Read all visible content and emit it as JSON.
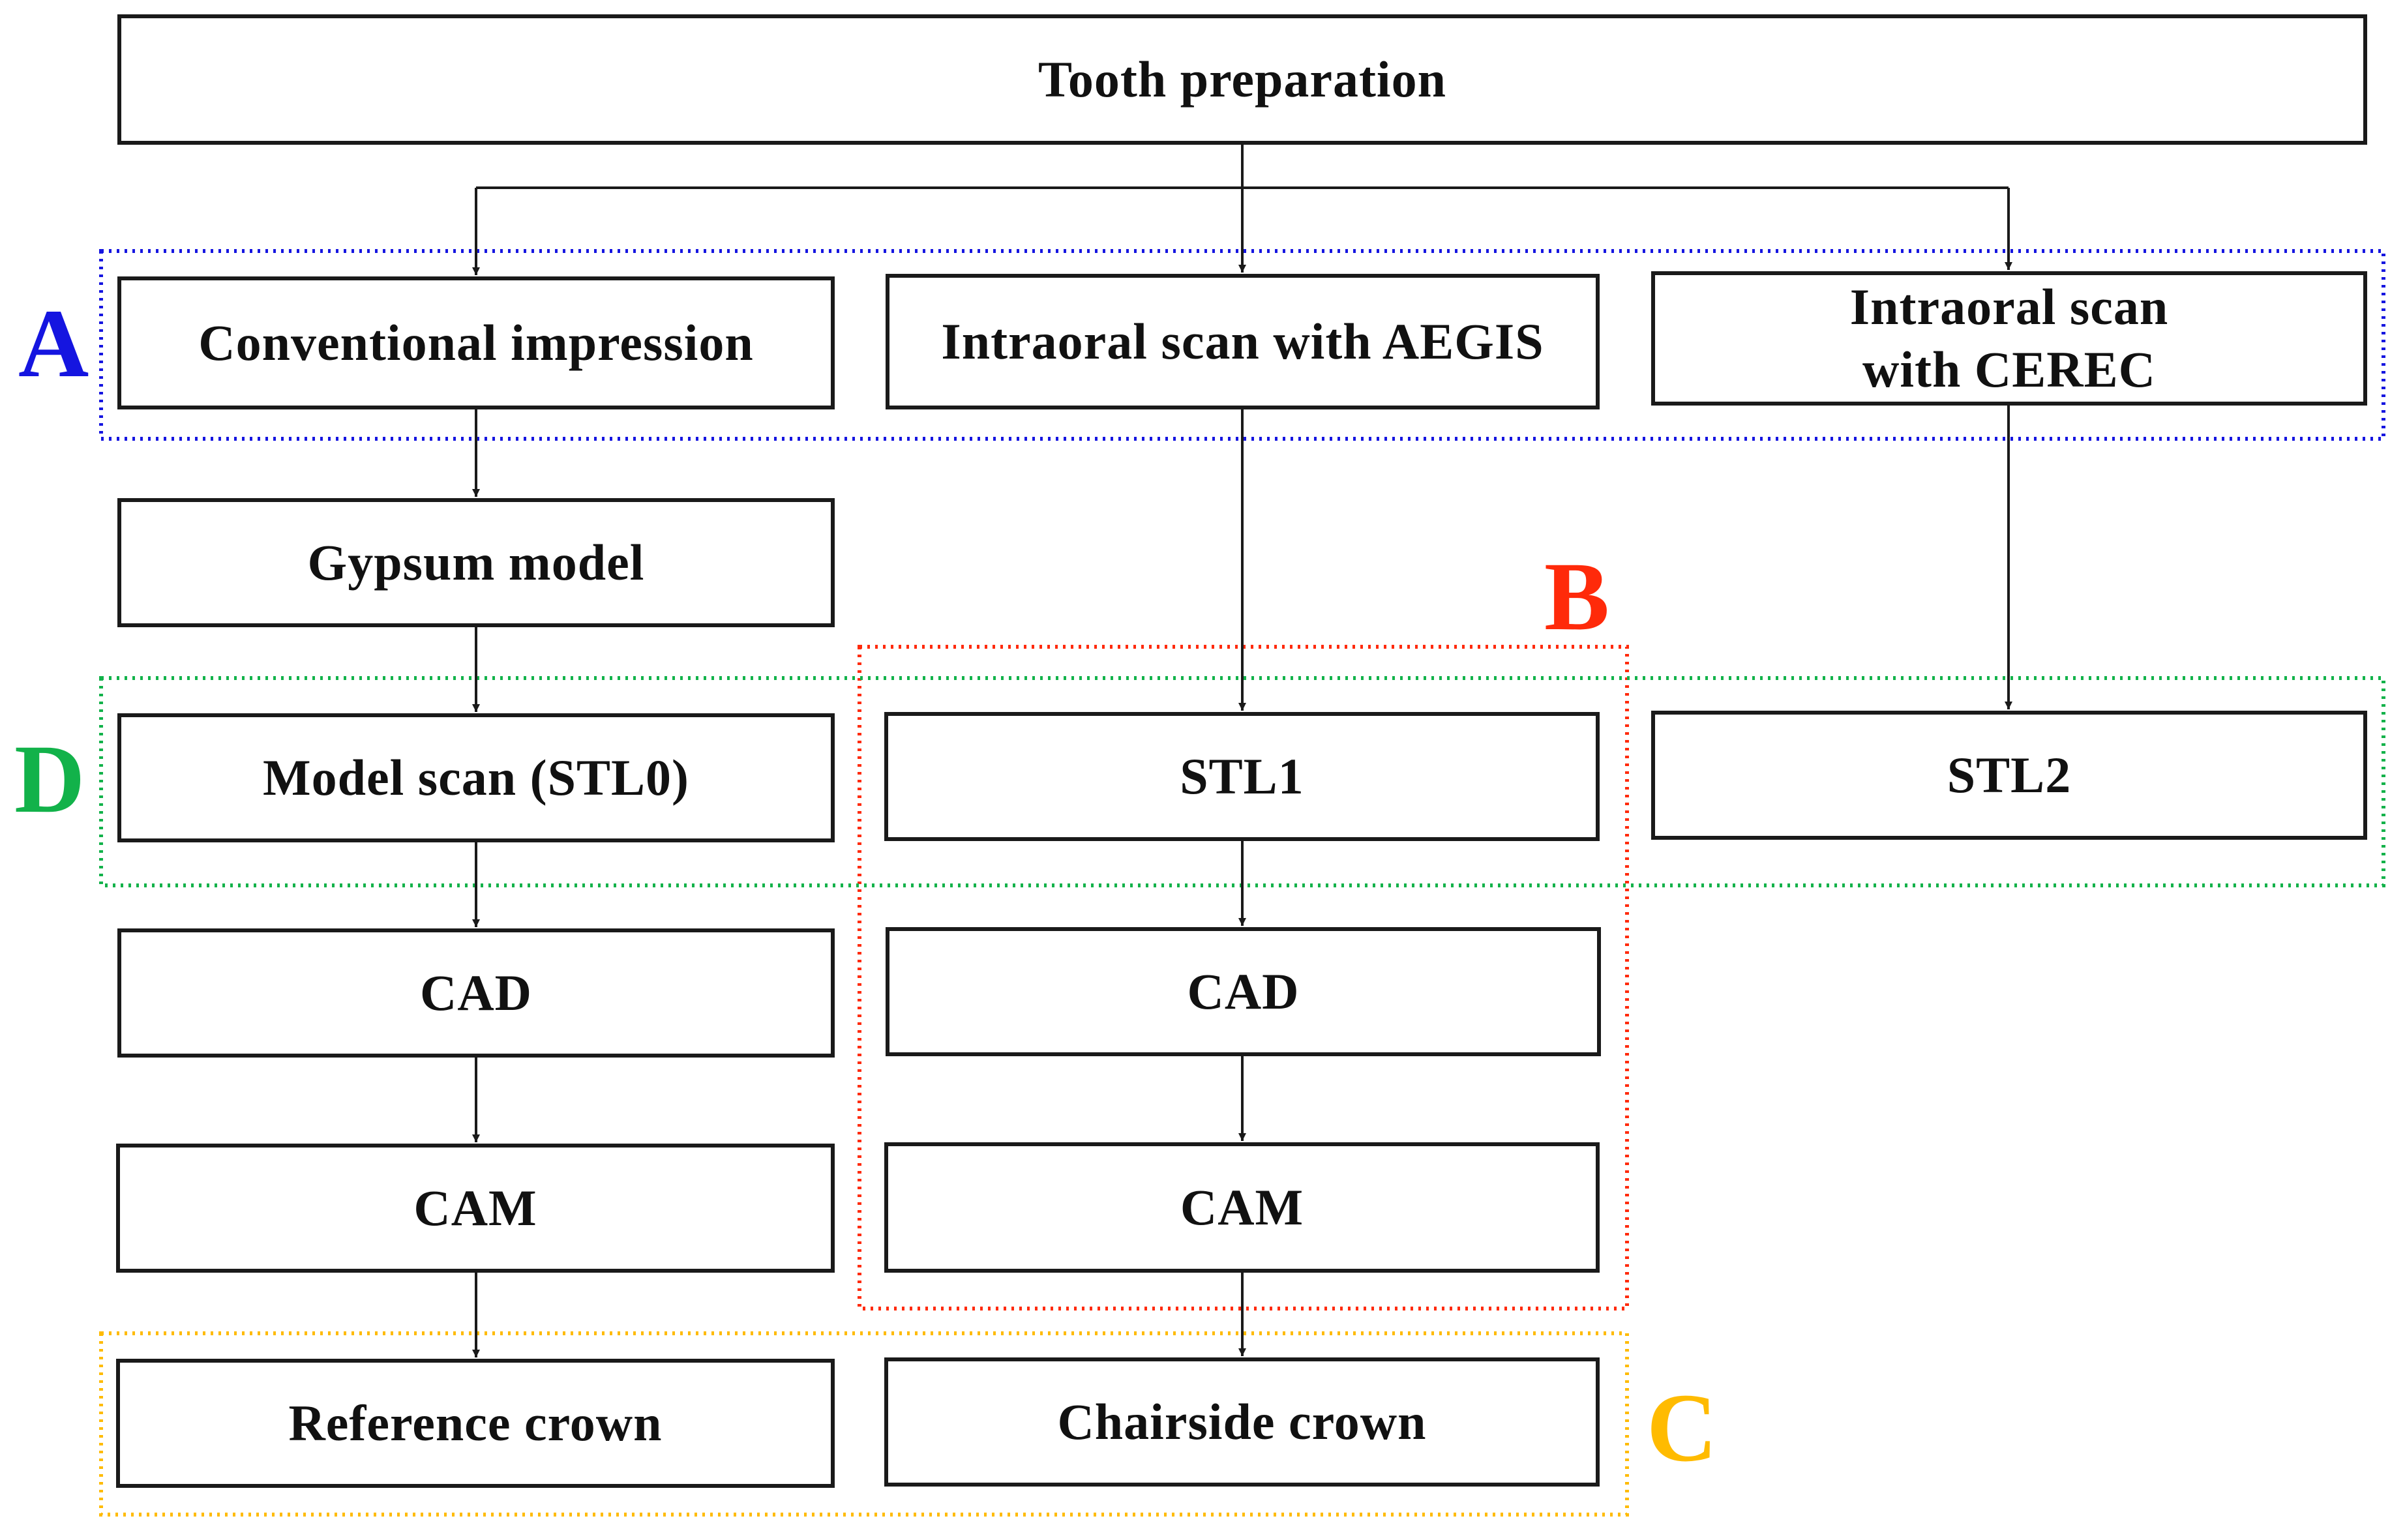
{
  "nodes": {
    "tooth_preparation": "Tooth preparation",
    "conventional_impression": "Conventional impression",
    "intraoral_aegis": "Intraoral scan with AEGIS",
    "intraoral_cerec": "Intraoral scan with CEREC",
    "gypsum_model": "Gypsum model",
    "model_scan": "Model scan (STL0)",
    "stl1": "STL1",
    "stl2": "STL2",
    "cad_left": "CAD",
    "cad_mid": "CAD",
    "cam_left": "CAM",
    "cam_mid": "CAM",
    "reference_crown": "Reference crown",
    "chairside_crown": "Chairside crown"
  },
  "groups": {
    "a": {
      "label": "A",
      "color": "#1515e0"
    },
    "b": {
      "label": "B",
      "color": "#ff2a0a"
    },
    "c": {
      "label": "C",
      "color": "#ffbb00"
    },
    "d": {
      "label": "D",
      "color": "#12b24a"
    }
  },
  "edges": [
    [
      "tooth_preparation",
      "conventional_impression"
    ],
    [
      "tooth_preparation",
      "intraoral_aegis"
    ],
    [
      "tooth_preparation",
      "intraoral_cerec"
    ],
    [
      "conventional_impression",
      "gypsum_model"
    ],
    [
      "gypsum_model",
      "model_scan"
    ],
    [
      "model_scan",
      "cad_left"
    ],
    [
      "cad_left",
      "cam_left"
    ],
    [
      "cam_left",
      "reference_crown"
    ],
    [
      "intraoral_aegis",
      "stl1"
    ],
    [
      "stl1",
      "cad_mid"
    ],
    [
      "cad_mid",
      "cam_mid"
    ],
    [
      "cam_mid",
      "chairside_crown"
    ],
    [
      "intraoral_cerec",
      "stl2"
    ]
  ]
}
